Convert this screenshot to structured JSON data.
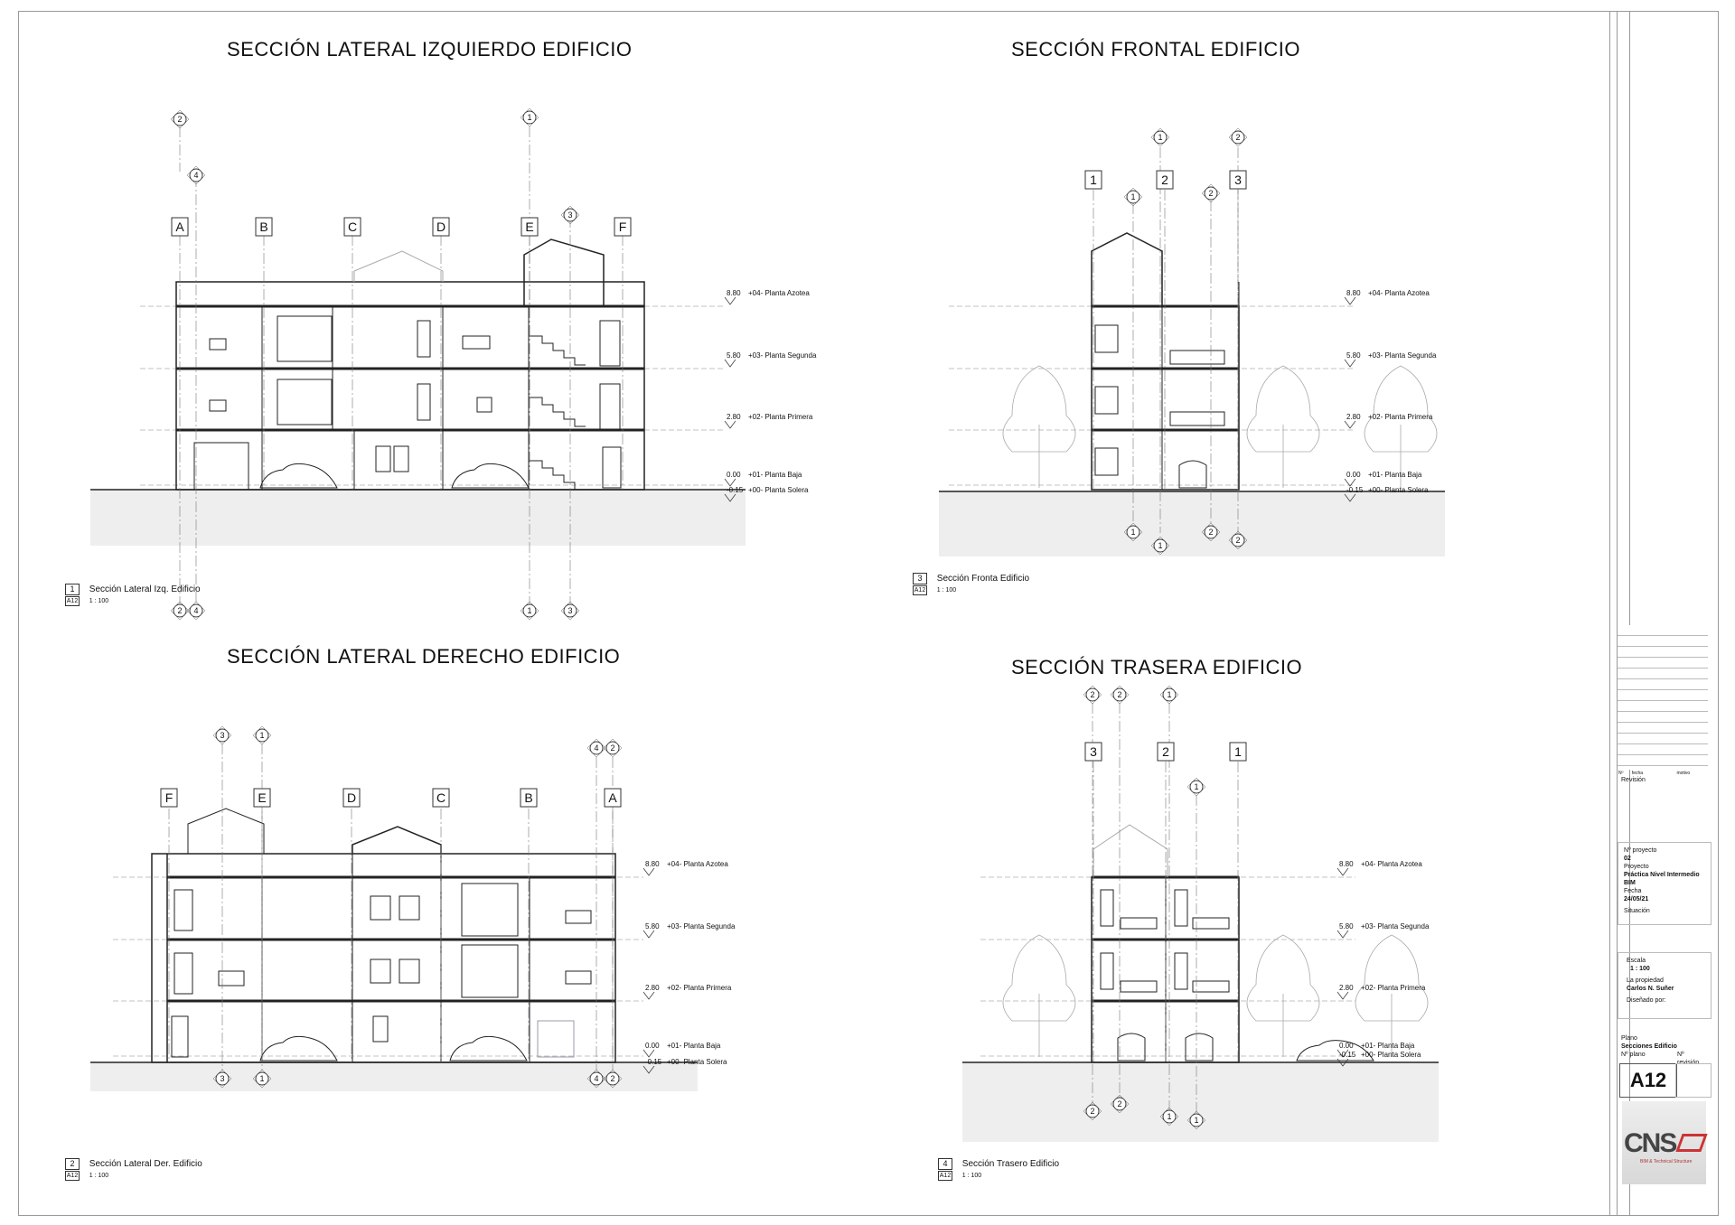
{
  "sections": [
    {
      "id": "left",
      "title": "SECCIÓN  LATERAL IZQUIERDO EDIFICIO",
      "caption": {
        "num": "1",
        "label": "Sección Lateral Izq. Edificio",
        "sheet": "A12",
        "scale": "1 : 100"
      },
      "grid_letters": [
        "A",
        "B",
        "C",
        "D",
        "E",
        "F"
      ],
      "top_bubbles": [
        "2",
        "4",
        "1",
        "3"
      ],
      "bottom_bubbles": [
        "2",
        "4",
        "1",
        "3"
      ],
      "levels": [
        {
          "value": "8.80",
          "name": "+04- Planta Azotea"
        },
        {
          "value": "5.80",
          "name": "+03- Planta Segunda"
        },
        {
          "value": "2.80",
          "name": "+02- Planta Primera"
        },
        {
          "value": "0.00",
          "name": "+01- Planta Baja"
        },
        {
          "value": "-0.15",
          "name": "+00- Planta Solera"
        }
      ]
    },
    {
      "id": "front",
      "title": "SECCIÓN FRONTAL EDIFICIO",
      "caption": {
        "num": "3",
        "label": "Sección Fronta Edificio",
        "sheet": "A12",
        "scale": "1 : 100"
      },
      "grid_numbers": [
        "1",
        "2",
        "3"
      ],
      "top_bubbles": [
        "1",
        "2",
        "1",
        "2"
      ],
      "bottom_bubbles": [
        "1",
        "1",
        "2",
        "2"
      ],
      "levels": [
        {
          "value": "8.80",
          "name": "+04- Planta Azotea"
        },
        {
          "value": "5.80",
          "name": "+03- Planta Segunda"
        },
        {
          "value": "2.80",
          "name": "+02- Planta Primera"
        },
        {
          "value": "0.00",
          "name": "+01- Planta Baja"
        },
        {
          "value": "-0.15",
          "name": "+00- Planta Solera"
        }
      ]
    },
    {
      "id": "right",
      "title": "SECCIÓN  LATERAL DERECHO EDIFICIO",
      "caption": {
        "num": "2",
        "label": "Sección Lateral Der. Edificio",
        "sheet": "A12",
        "scale": "1 : 100"
      },
      "grid_letters": [
        "F",
        "E",
        "D",
        "C",
        "B",
        "A"
      ],
      "top_bubbles": [
        "3",
        "1",
        "4",
        "2"
      ],
      "bottom_bubbles": [
        "3",
        "1",
        "4",
        "2"
      ],
      "levels": [
        {
          "value": "8.80",
          "name": "+04- Planta Azotea"
        },
        {
          "value": "5.80",
          "name": "+03- Planta Segunda"
        },
        {
          "value": "2.80",
          "name": "+02- Planta Primera"
        },
        {
          "value": "0.00",
          "name": "+01- Planta Baja"
        },
        {
          "value": "-0.15",
          "name": "+00- Planta Solera"
        }
      ]
    },
    {
      "id": "rear",
      "title": "SECCIÓN TRASERA EDIFICIO",
      "caption": {
        "num": "4",
        "label": "Sección Trasero Edificio",
        "sheet": "A12",
        "scale": "1 : 100"
      },
      "grid_numbers": [
        "3",
        "2",
        "1"
      ],
      "top_bubbles": [
        "2",
        "2",
        "1",
        "1"
      ],
      "bottom_bubbles": [
        "2",
        "2",
        "1",
        "1"
      ],
      "levels": [
        {
          "value": "8.80",
          "name": "+04- Planta Azotea"
        },
        {
          "value": "5.80",
          "name": "+03- Planta Segunda"
        },
        {
          "value": "2.80",
          "name": "+02- Planta Primera"
        },
        {
          "value": "0.00",
          "name": "+01- Planta Baja"
        },
        {
          "value": "-0.15",
          "name": "+00- Planta Solera"
        }
      ]
    }
  ],
  "title_block": {
    "revision_headers": [
      "Nº",
      "fecha",
      "motivo"
    ],
    "revision_label": "Revisión",
    "project_no_label": "Nº proyecto",
    "project_no": "02",
    "project_label": "Proyecto",
    "project": "Práctica Nivel Intermedio BIM",
    "date_label": "Fecha",
    "date": "24/05/21",
    "location_label": "Situación",
    "scale_label": "Escala",
    "scale": "1 : 100",
    "owner_label": "La propiedad",
    "owner": "Carlos N. Suñer",
    "designer_label": "Diseñado por:",
    "plan_label": "Plano",
    "plan": "Secciones Edificio",
    "plan_no_label": "Nº plano",
    "rev_label": "Nº revisión",
    "sheet_no": "A12",
    "logo": "CNS",
    "logo_sub": "BIM & Technical Structure"
  }
}
